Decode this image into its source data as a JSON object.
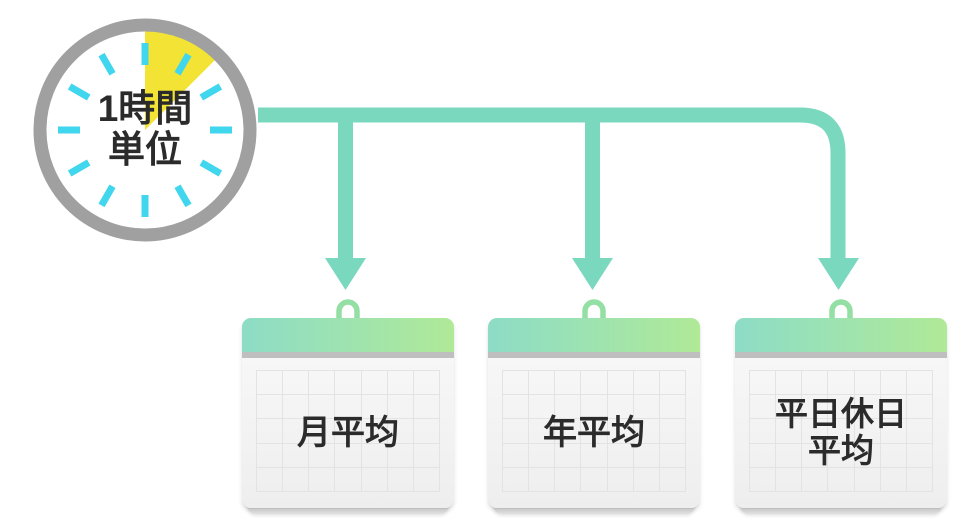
{
  "diagram": {
    "title": "1時間単位の勤務時間平均フロー図",
    "colors": {
      "connector": "#7ad8be",
      "clock_rim": "#a0a0a0",
      "clock_face": "#ffffff",
      "clock_tick": "#3fd6ee",
      "clock_wedge": "#f2e335",
      "calendar_header_start": "#8ddcc6",
      "calendar_header_end": "#b0e997",
      "calendar_body": "#f2f2f2",
      "calendar_divider": "#bfbfbf",
      "text": "#2b2b2b"
    }
  },
  "clock": {
    "name": "clock-node",
    "lines": [
      "1時間",
      "単位"
    ],
    "tick_count": 12,
    "wedge": {
      "start_deg": 0,
      "end_deg": 45
    }
  },
  "connector": {
    "name": "branching-arrow-connector",
    "branch_count": 3,
    "arrow_labels": [
      "月平均への矢印",
      "年平均への矢印",
      "平日休日平均への矢印"
    ]
  },
  "calendars": [
    {
      "id": "monthly-average",
      "lines": [
        "月平均"
      ],
      "grid_columns": 7,
      "grid_rows": 5
    },
    {
      "id": "yearly-average",
      "lines": [
        "年平均"
      ],
      "grid_columns": 7,
      "grid_rows": 5
    },
    {
      "id": "weekday-holiday-average",
      "lines": [
        "平日休日",
        "平均"
      ],
      "grid_columns": 7,
      "grid_rows": 5
    }
  ]
}
